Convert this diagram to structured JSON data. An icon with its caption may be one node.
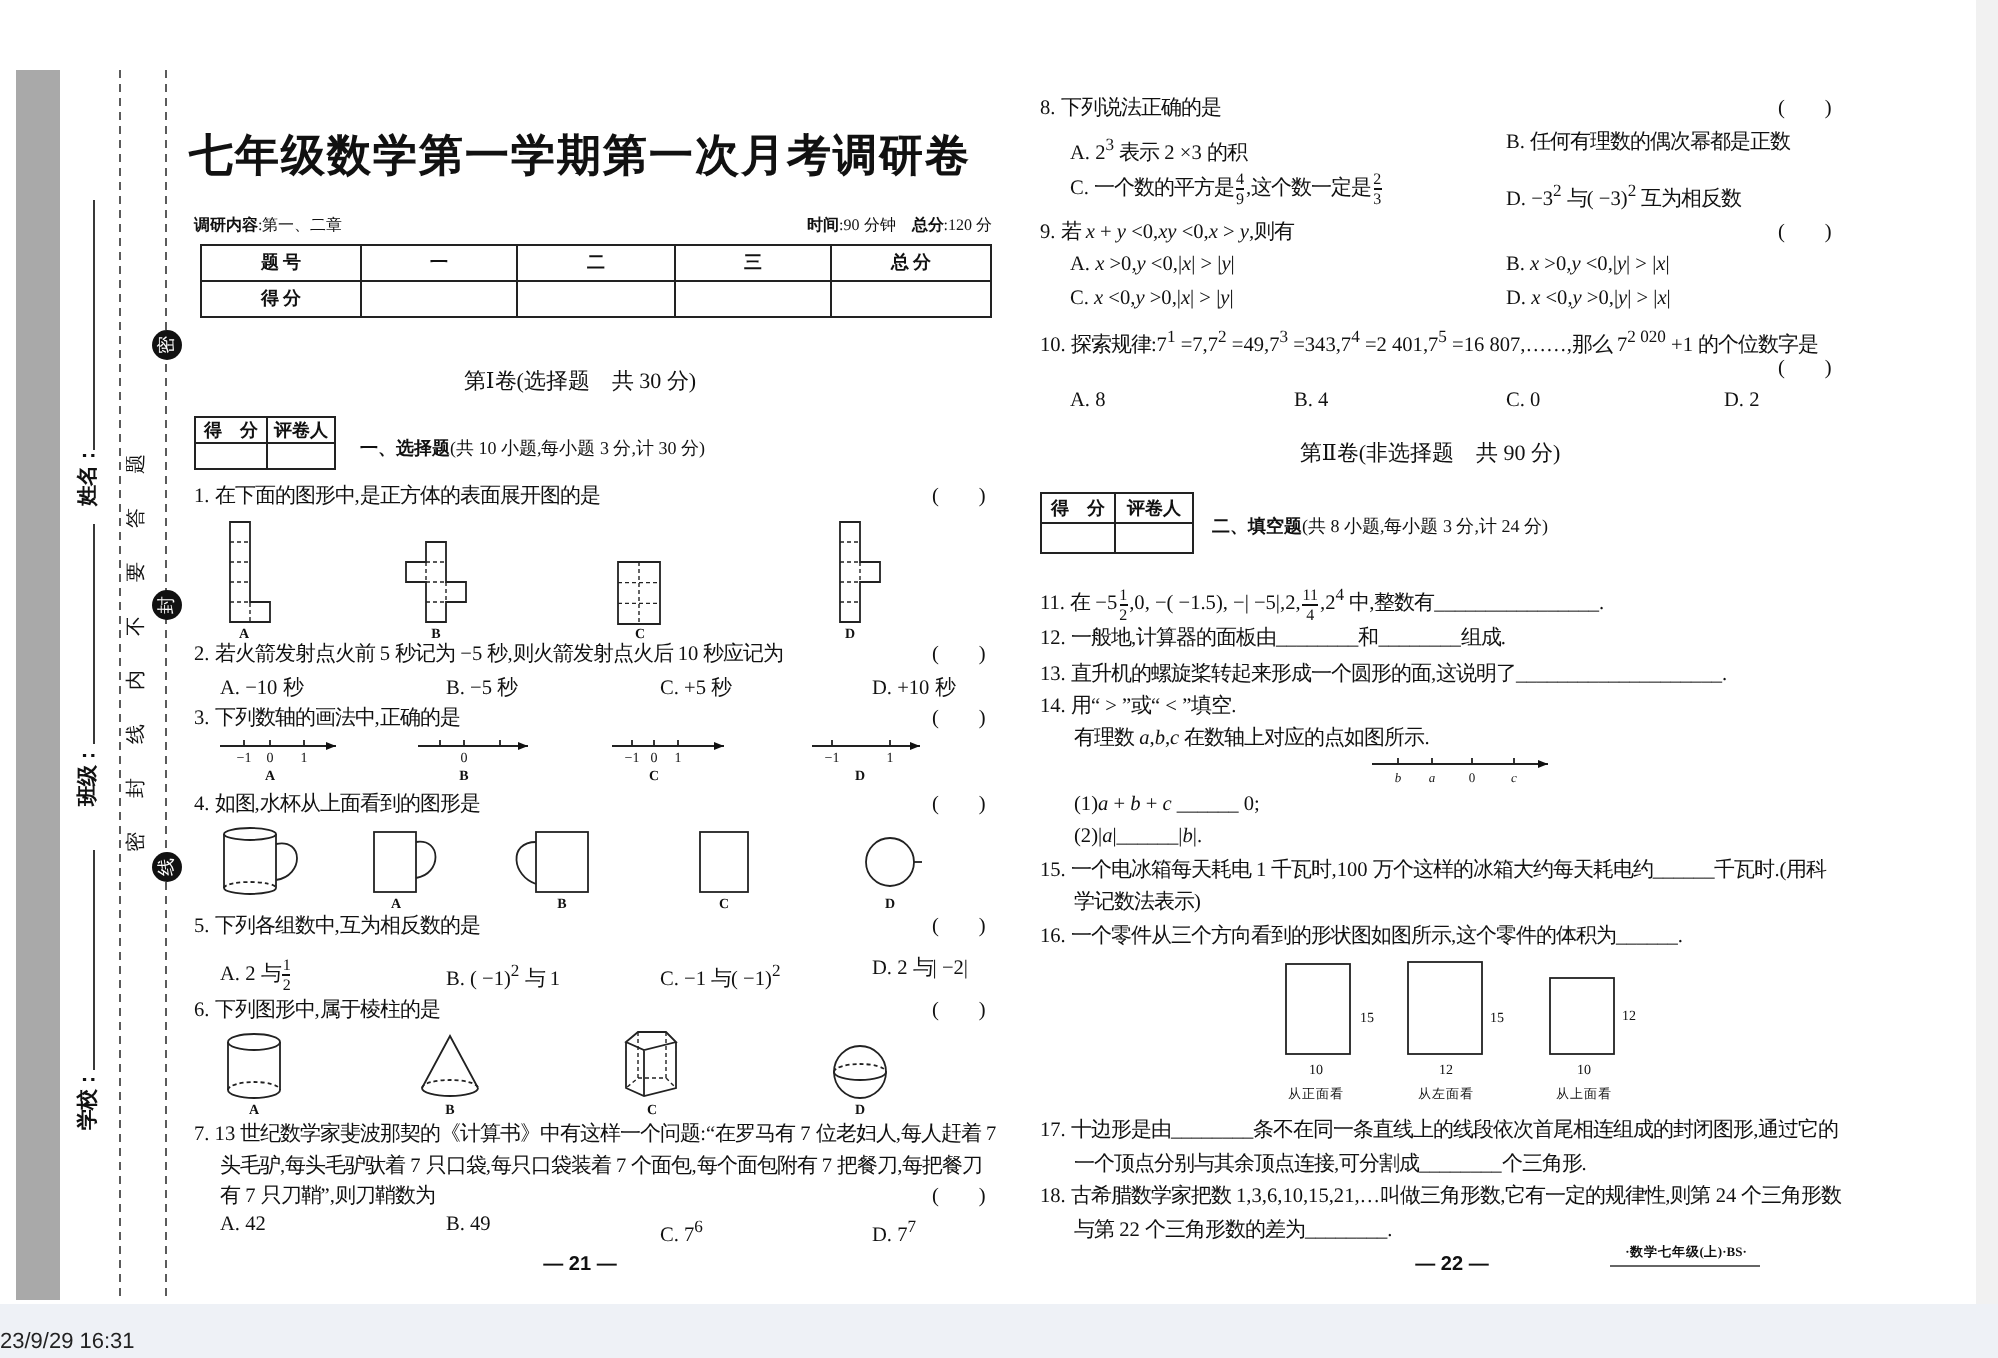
{
  "diagram": {
    "title": "七年级数学第一学期第一次月考调研卷",
    "labels": [
      "姓名：",
      "班级：",
      "学校：",
      "密封线内不要答题",
      "密",
      "封",
      "线",
      "**调研内容**:第一、二章",
      "**时间**:90 分钟　**总分**:120 分",
      "题 号",
      "一",
      "二",
      "三",
      "总 分",
      "得 分",
      "第Ⅰ卷(选择题　共 30 分)",
      "得　分",
      "评卷人",
      "**一、选择题**(共 10 小题,每小题 3 分,计 30 分)",
      "1. 在下面的图形中,是正方体的表面展开图的是",
      "(　　)",
      "A",
      "B",
      "C",
      "D",
      "2. 若火箭发射点火前 5 秒记为 −5 秒,则火箭发射点火后 10 秒应记为",
      "(　　)",
      "A. −10 秒",
      "B. −5 秒",
      "C. +5 秒",
      "D. +10 秒",
      "3. 下列数轴的画法中,正确的是",
      "(　　)",
      "−1",
      "0",
      "1",
      "A",
      "0",
      "B",
      "−1",
      "0",
      "1",
      "C",
      "−1",
      "1",
      "D",
      "4. 如图,水杯从上面看到的图形是",
      "(　　)",
      "A",
      "B",
      "C",
      "D",
      "5. 下列各组数中,互为相反数的是",
      "(　　)",
      "A. 2 与",
      "1",
      "2",
      "B. ( −1)$^{2}$ 与 1",
      "C. −1 与( −1)$^{2}$",
      "D. 2 与| −2|",
      "6. 下列图形中,属于棱柱的是",
      "(　　)",
      "A",
      "B",
      "C",
      "D",
      "7. 13 世纪数学家斐波那契的《计算书》中有这样一个问题:“在罗马有 7 位老妇人,每人赶着 7 头毛驴,每头毛驴驮着 7 只口袋,每只口袋装着 7 个面包,每个面包附有 7 把餐刀,每把餐刀有 7 只刀鞘”,则刀鞘数为",
      "(　　)",
      "A. 42",
      "B. 49",
      "C. 7$^{6}$",
      "D. 7$^{7}$",
      "— 21 —",
      "8. 下列说法正确的是",
      "(　　)",
      "A. 2$^{3}$ 表示 2 ×3 的积",
      "B. 任何有理数的偶次幂都是正数",
      "C. 一个数的平方是",
      "4",
      "9",
      ",这个数一定是",
      "2",
      "3",
      "D. −3$^{2}$ 与( −3)$^{2}$ 互为相反数",
      "9. 若 *x* + *y* <0,*xy* <0,*x* > *y*,则有",
      "(　　)",
      "A. *x* >0,*y* <0,|*x*| > |*y*|",
      "B. *x* >0,*y* <0,|*y*| > |*x*|",
      "C. *x* <0,*y* >0,|*x*| > |*y*|",
      "D. *x* <0,*y* >0,|*y*| > |*x*|",
      "10. 探索规律:7$^{1}$ =7,7$^{2}$ =49,7$^{3}$ =343,7$^{4}$ =2 401,7$^{5}$ =16 807,……,那么 7$^{2 020}$ +1 的个位数字是",
      "(　　)",
      "A. 8",
      "B. 4",
      "C. 0",
      "D. 2",
      "第Ⅱ卷(非选择题　共 90 分)",
      "得　分",
      "评卷人",
      "**二、填空题**(共 8 小题,每小题 3 分,计 24 分)",
      "11. 在 −5",
      "1",
      "2",
      ",0, −( −1.5), −| −5|,2,",
      "11",
      "4",
      ",2$^{4}$ 中,整数有________________.",
      "12. 一般地,计算器的面板由________和________组成.",
      "13. 直升机的螺旋桨转起来形成一个圆形的面,这说明了____________________.",
      "14. 用“ > ”或“ < ”填空.",
      "有理数 *a*,*b*,*c* 在数轴上对应的点如图所示.",
      "b",
      "a",
      "0",
      "c",
      "(1)*a* + *b* + *c* ______ 0;",
      "(2)|*a*|______|*b*|.",
      "15. 一个电冰箱每天耗电 1 千瓦时,100 万个这样的冰箱大约每天耗电约______千瓦时.(用科学记数法表示)",
      "16. 一个零件从三个方向看到的形状图如图所示,这个零件的体积为______.",
      "15",
      "15",
      "12",
      "10",
      "12",
      "10",
      "从正面看",
      "从左面看",
      "从上面看",
      "17. 十边形是由________条不在同一条直线上的线段依次首尾相连组成的封闭图形,通过它的一个顶点分别与其余顶点连接,可分割成________个三角形.",
      "18. 古希腊数学家把数 1,3,6,10,15,21,…叫做三角形数,它有一定的规律性,则第 24 个三角形数与第 22 个三角形数的差为________.",
      "— 22 —",
      "·数学七年级(上)·BS·",
      "23/9/29 16:31"
    ]
  }
}
